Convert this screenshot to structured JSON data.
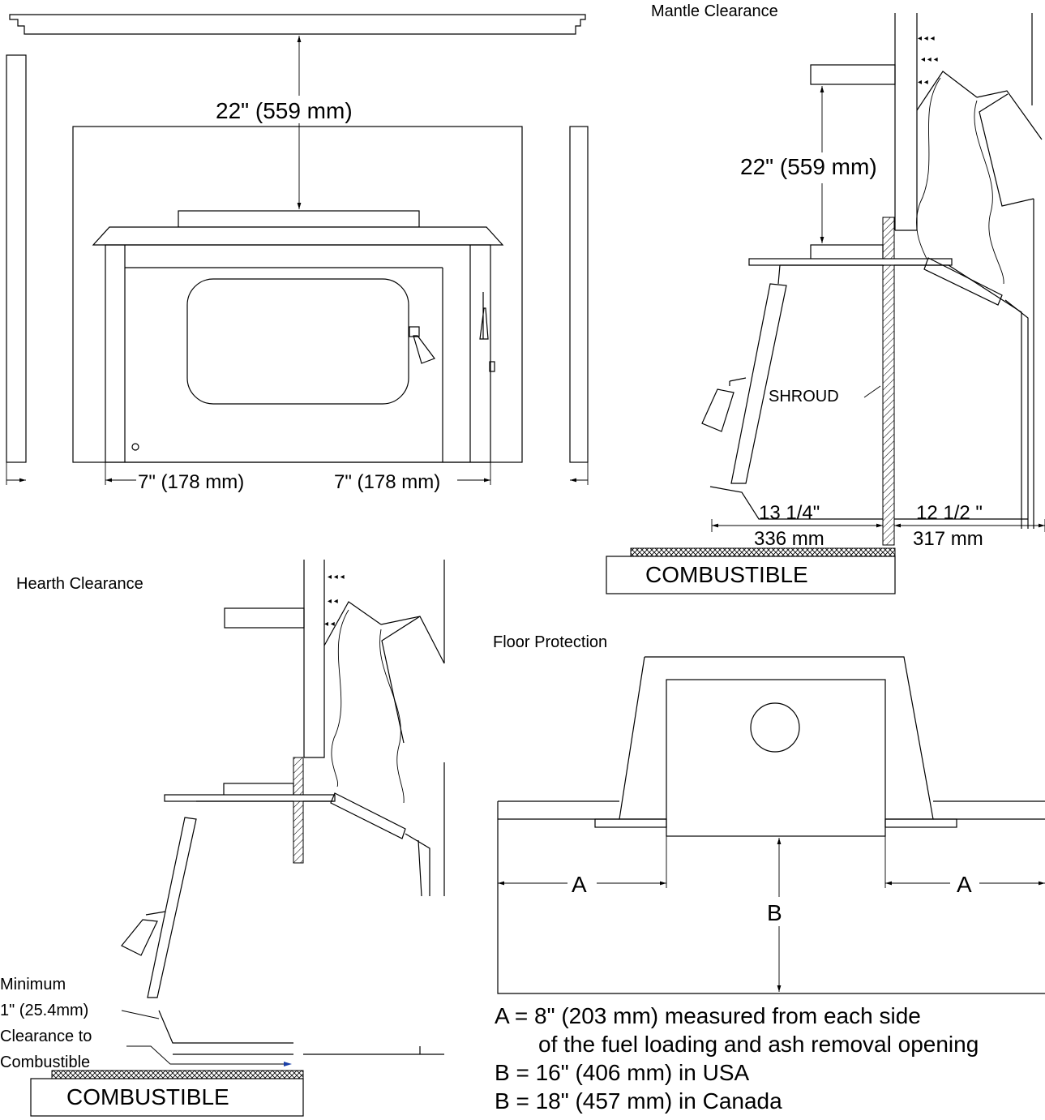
{
  "mantle_panel": {
    "title": "Mantle Clearance",
    "clearance": "22\" (559 mm)",
    "shroud": "SHROUD",
    "front_dim_in": "13 1/4\"",
    "front_dim_mm": "336 mm",
    "rear_dim_in": "12 1/2 \"",
    "rear_dim_mm": "317 mm",
    "floor_label": "COMBUSTIBLE"
  },
  "front_panel": {
    "top_clearance": "22\" (559 mm)",
    "left_side": "7\" (178 mm)",
    "right_side": "7\" (178 mm)"
  },
  "hearth_panel": {
    "title": "Hearth Clearance",
    "note_line1": "Minimum",
    "note_line2": "1\" (25.4mm)",
    "note_line3": "Clearance to",
    "note_line4": "Combustible",
    "floor_label": "COMBUSTIBLE"
  },
  "floor_panel": {
    "title": "Floor Protection",
    "label_a": "A",
    "label_b": "B"
  },
  "notes": {
    "line1": "A = 8\" (203 mm) measured from each side",
    "line2": "of the fuel loading and ash removal opening",
    "line3": "B = 16\" (406 mm) in USA",
    "line4": "B = 18\" (457 mm) in Canada"
  }
}
